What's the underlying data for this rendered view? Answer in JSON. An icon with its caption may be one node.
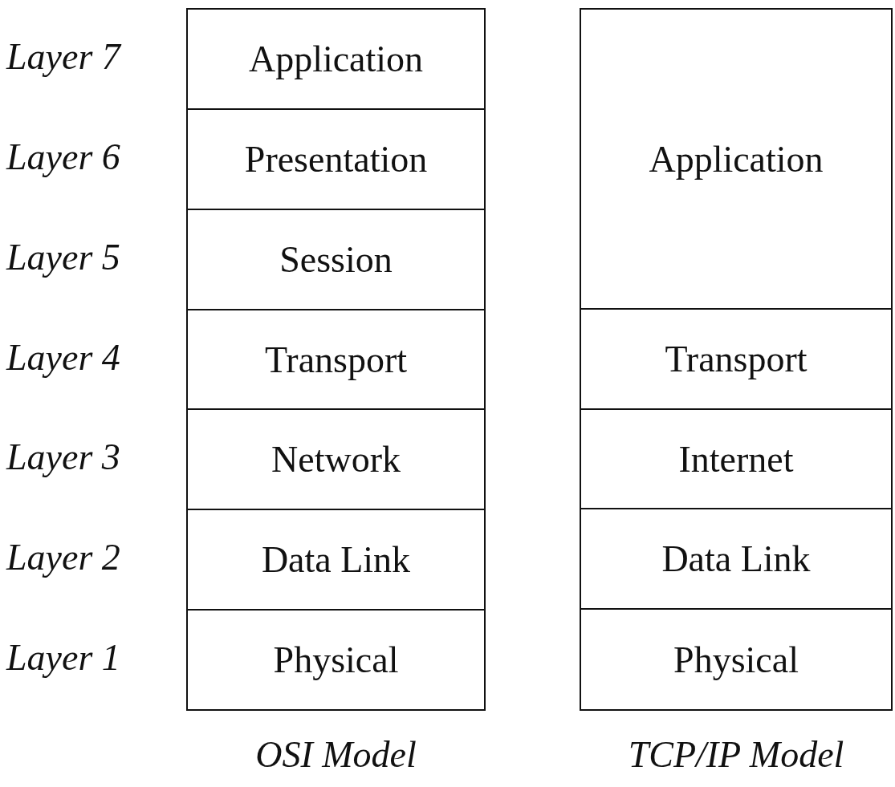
{
  "diagram": {
    "nodes": [
      {
        "text": [
          "OSI Model"
        ]
      },
      {
        "text": [
          "Application"
        ],
        "in": 0
      },
      {
        "text": [
          "Presentation"
        ],
        "in": 0
      },
      {
        "text": [
          "Session"
        ],
        "in": 0
      },
      {
        "text": [
          "Transport"
        ],
        "in": 0
      },
      {
        "text": [
          "Network"
        ],
        "in": 0
      },
      {
        "text": [
          "Data Link"
        ],
        "in": 0
      },
      {
        "text": [
          "Physical"
        ],
        "in": 0
      },
      {
        "text": [
          "TCP/IP Model"
        ]
      },
      {
        "text": [
          "Application"
        ],
        "in": 8
      },
      {
        "text": [
          "Transport"
        ],
        "in": 8
      },
      {
        "text": [
          "Internet"
        ],
        "in": 8
      },
      {
        "text": [
          "Data Link"
        ],
        "in": 8
      },
      {
        "text": [
          "Physical"
        ],
        "in": 8
      }
    ],
    "labels": [
      "Layer 7",
      "Layer 6",
      "Layer 5",
      "Layer 4",
      "Layer 3",
      "Layer 2",
      "Layer 1"
    ]
  }
}
